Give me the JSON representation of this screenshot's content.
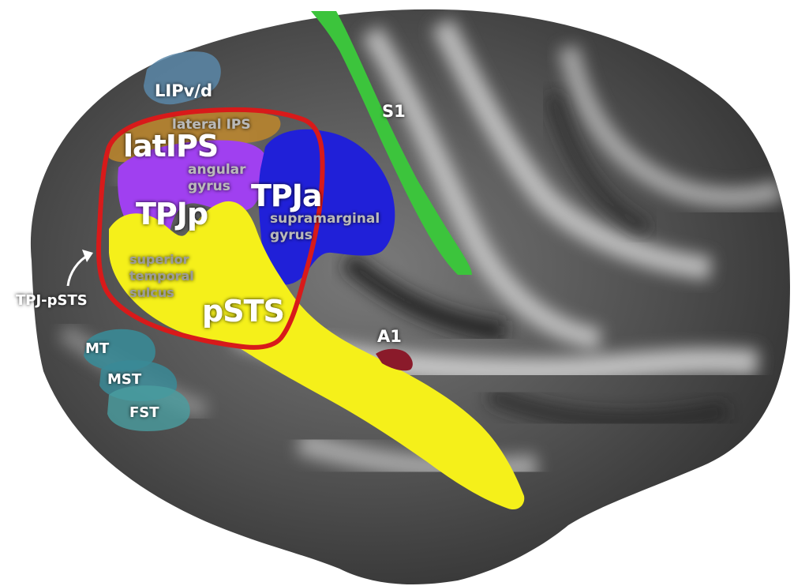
{
  "labels": {
    "lipvd": "LIPv/d",
    "lateral_ips": "lateral IPS",
    "latips": "latIPS",
    "angular_gyrus_1": "angular",
    "angular_gyrus_2": "gyrus",
    "tpja": "TPJa",
    "tpjp": "TPJp",
    "supramarginal_1": "supramarginal",
    "supramarginal_2": "gyrus",
    "superior_1": "superior",
    "superior_2": "temporal",
    "superior_3": "sulcus",
    "pstss": "pSTS",
    "tpj_psts": "TPJ-pSTS",
    "s1": "S1",
    "a1": "A1",
    "mt": "MT",
    "mst": "MST",
    "fst": "FST"
  },
  "colors": {
    "lipvd": "#5a87a8",
    "lateral_ips": "#b8842e",
    "latips": "#b060e8",
    "tpjp": "#a040f0",
    "tpja": "#2020d8",
    "psts": "#f5f01a",
    "s1": "#3cc43c",
    "a1": "#8a1a2a",
    "mt": "#3a8a96",
    "mst": "#3a8a96",
    "fst": "#4a9ea0",
    "outline": "#d81a1a"
  }
}
